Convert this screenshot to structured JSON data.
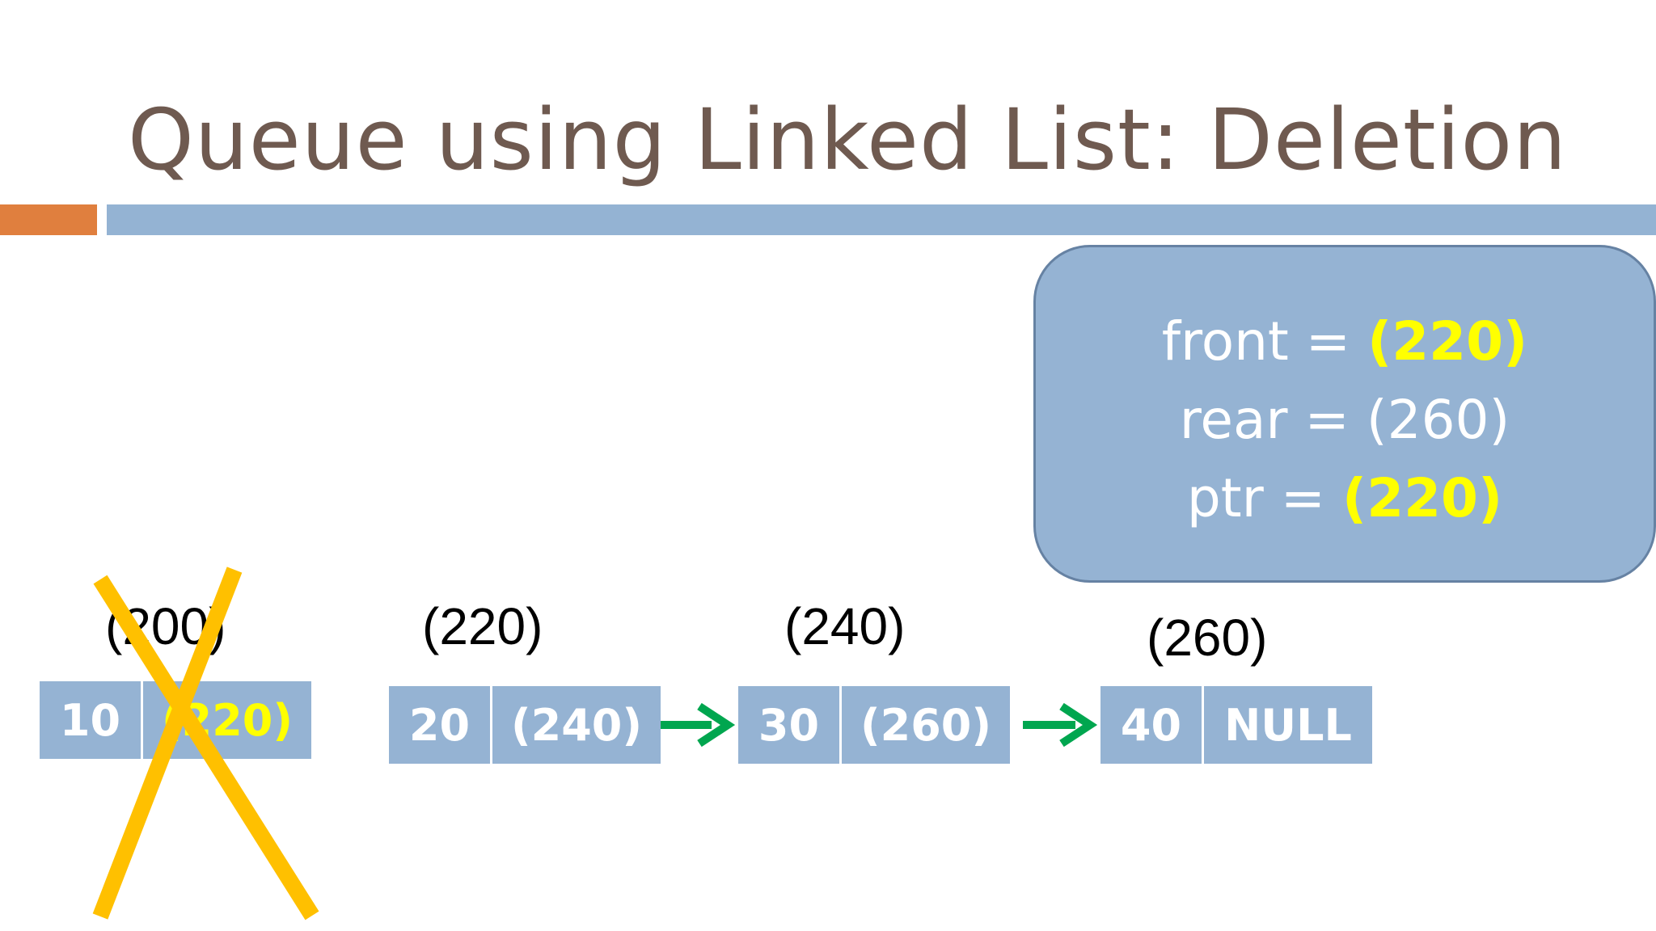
{
  "slide": {
    "title": "Queue using Linked List: Deletion"
  },
  "info_box": {
    "lines": [
      {
        "label": "front = ",
        "value": "(220)",
        "value_highlight": true
      },
      {
        "label": "rear = ",
        "value": "(260)",
        "value_highlight": false
      },
      {
        "label": "ptr = ",
        "value": "(220)",
        "value_highlight": true
      }
    ]
  },
  "nodes": [
    {
      "address": "(200)",
      "data": "10",
      "next": "(220)",
      "deleted": true
    },
    {
      "address": "(220)",
      "data": "20",
      "next": "(240)",
      "deleted": false
    },
    {
      "address": "(240)",
      "data": "30",
      "next": "(260)",
      "deleted": false
    },
    {
      "address": "(260)",
      "data": "40",
      "next": "NULL",
      "deleted": false
    }
  ],
  "colors": {
    "title": "#6f5a50",
    "accent_orange": "#e07f3e",
    "accent_blue": "#94b3d3",
    "node_fill": "#95b3d3",
    "highlight": "#ffff00",
    "arrow": "#00a64f",
    "cross": "#ffc000"
  }
}
